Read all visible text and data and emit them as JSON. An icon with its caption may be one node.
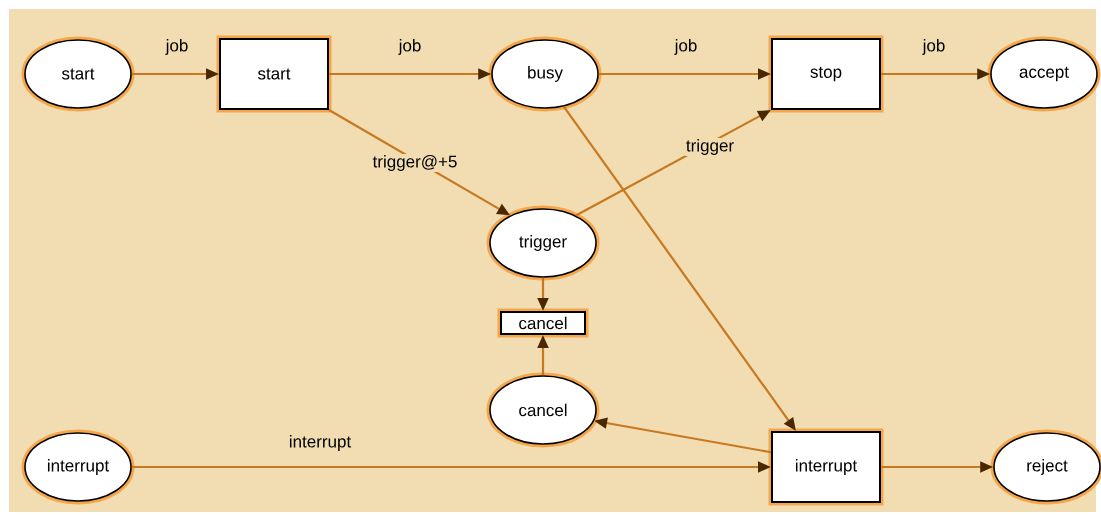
{
  "diagram": {
    "nodes": [
      {
        "text": [
          "start"
        ]
      },
      {
        "text": [
          "start"
        ]
      },
      {
        "text": [
          "busy"
        ]
      },
      {
        "text": [
          "stop"
        ]
      },
      {
        "text": [
          "accept"
        ]
      },
      {
        "text": [
          "trigger"
        ]
      },
      {
        "text": [
          "cancel"
        ]
      },
      {
        "text": [
          "cancel"
        ]
      },
      {
        "text": [
          "interrupt"
        ]
      },
      {
        "text": [
          "interrupt"
        ]
      },
      {
        "text": [
          "reject"
        ]
      }
    ],
    "edges": [
      {
        "from": 0,
        "to": 1,
        "arrow": "to",
        "label": "job"
      },
      {
        "from": 1,
        "to": 2,
        "arrow": "to",
        "label": "job"
      },
      {
        "from": 2,
        "to": 3,
        "arrow": "to",
        "label": "job"
      },
      {
        "from": 3,
        "to": 4,
        "arrow": "to",
        "label": "job"
      },
      {
        "from": 1,
        "to": 5,
        "arrow": "to",
        "label": "trigger@+5"
      },
      {
        "from": 5,
        "to": 3,
        "arrow": "to",
        "label": "trigger"
      },
      {
        "from": 5,
        "to": 6,
        "arrow": "to"
      },
      {
        "from": 7,
        "to": 6,
        "arrow": "to"
      },
      {
        "from": 2,
        "to": 9,
        "arrow": "to"
      },
      {
        "from": 9,
        "to": 7,
        "arrow": "to"
      },
      {
        "from": 8,
        "to": 9,
        "arrow": "to",
        "label": "interrupt"
      },
      {
        "from": 9,
        "to": 10,
        "arrow": "to"
      }
    ]
  }
}
